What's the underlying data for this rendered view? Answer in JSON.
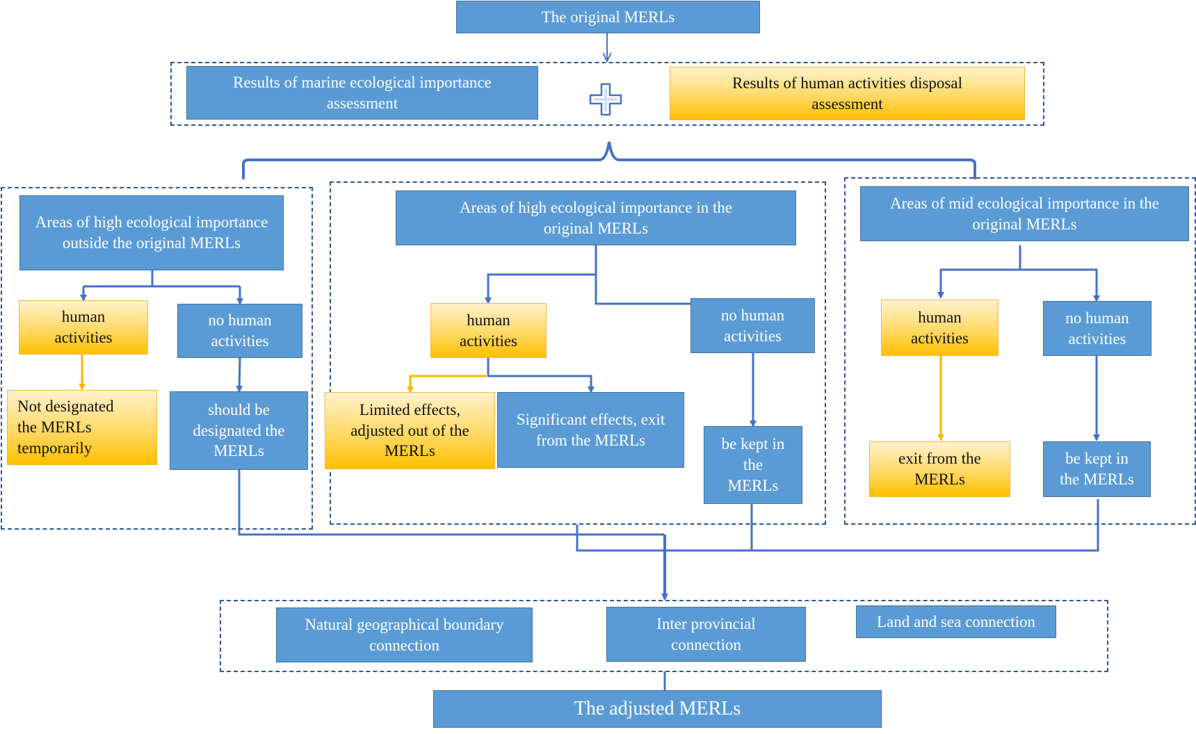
{
  "top": {
    "original": "The original MERLs"
  },
  "assessments": {
    "marine": "Results of marine ecological importance assessment",
    "human": "Results of human activities disposal assessment"
  },
  "left_branch": {
    "title": "Areas of high ecological importance outside the original MERLs",
    "human": "human activities",
    "no_human": "no human activities",
    "not_designated": "Not designated the MERLs temporarily",
    "should_designate": "should be designated the MERLs"
  },
  "middle_branch": {
    "title": "Areas of high ecological importance in the original MERLs",
    "human": "human activities",
    "no_human": "no human activities",
    "limited": "Limited effects, adjusted out of the MERLs",
    "significant": "Significant effects, exit from the MERLs",
    "kept": "be kept in the MERLs"
  },
  "right_branch": {
    "title": "Areas of mid ecological importance in the original MERLs",
    "human": "human activities",
    "no_human": "no human activities",
    "exit": "exit from the MERLs",
    "kept": "be kept in the MERLs"
  },
  "connections": {
    "natural": "Natural geographical boundary connection",
    "inter": "Inter provincial connection",
    "land_sea": "Land and sea connection"
  },
  "bottom": {
    "adjusted": "The adjusted MERLs"
  },
  "colors": {
    "blue_fill": "#5b9bd5",
    "blue_line": "#4472c4",
    "yellow_fill": "#ffd966",
    "yellow_line": "#ffc000",
    "dash": "#2e5597"
  }
}
